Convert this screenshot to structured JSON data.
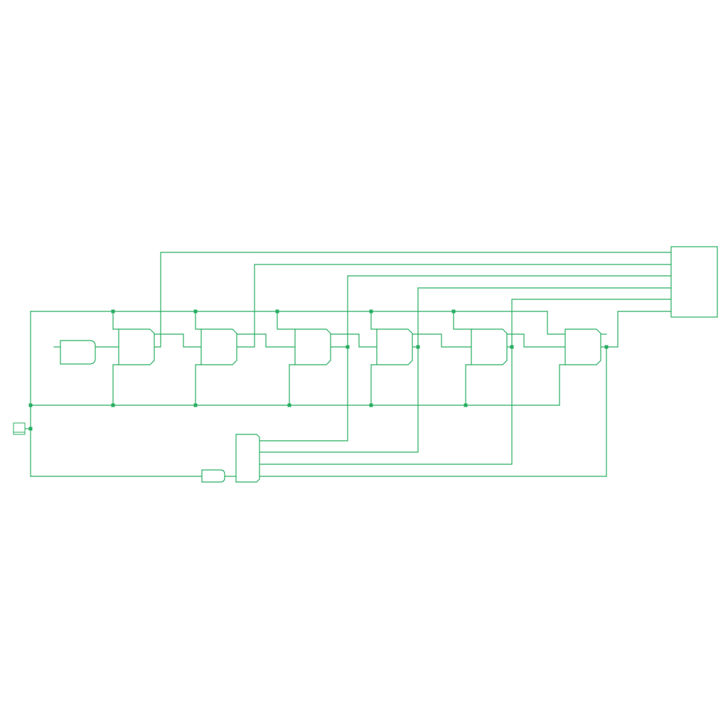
{
  "diagram": {
    "type": "logic-circuit-schematic",
    "stroke_color": "#27ae60",
    "junction_color": "#27ae60",
    "background": "#ffffff",
    "components": [
      {
        "name": "clock-source",
        "kind": "input-pin"
      },
      {
        "name": "input-buffer",
        "kind": "gate"
      },
      {
        "name": "flip-flop-1",
        "kind": "flip-flop"
      },
      {
        "name": "flip-flop-2",
        "kind": "flip-flop"
      },
      {
        "name": "flip-flop-3",
        "kind": "flip-flop"
      },
      {
        "name": "flip-flop-4",
        "kind": "flip-flop"
      },
      {
        "name": "flip-flop-5",
        "kind": "flip-flop"
      },
      {
        "name": "flip-flop-6",
        "kind": "flip-flop"
      },
      {
        "name": "output-display",
        "kind": "output-block"
      },
      {
        "name": "and-gate",
        "kind": "multi-input-gate"
      },
      {
        "name": "reset-gate",
        "kind": "gate"
      }
    ],
    "labels": []
  }
}
